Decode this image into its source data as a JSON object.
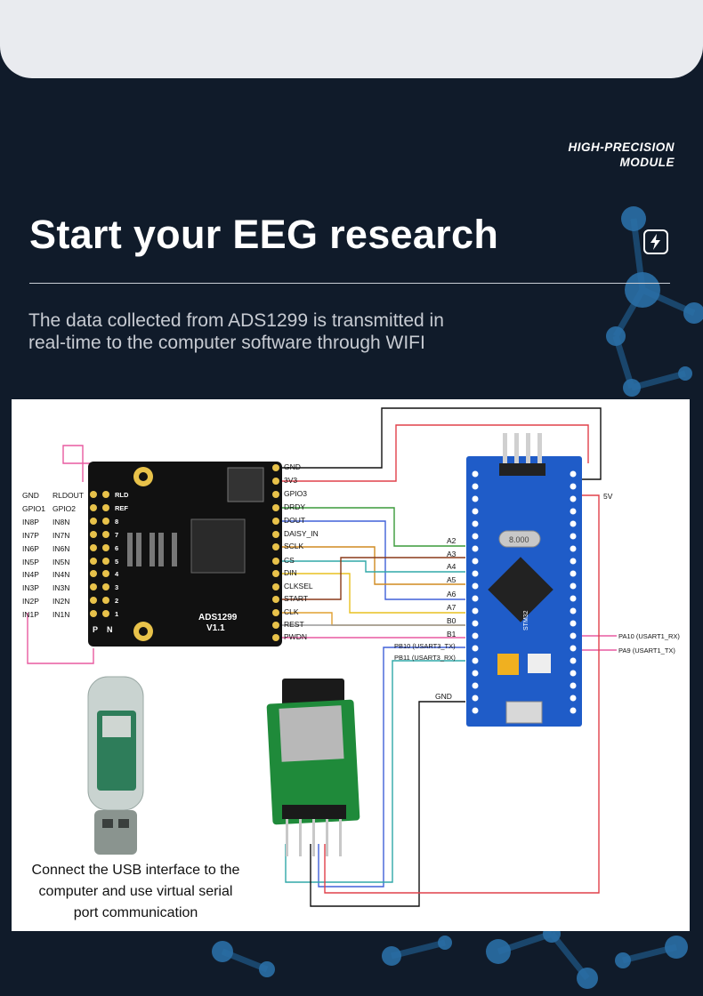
{
  "header": {
    "badge_line1": "HIGH-PRECISION",
    "badge_line2": "MODULE",
    "title": "Start your EEG research",
    "subtitle_line1": "The data collected from ADS1299 is transmitted in",
    "subtitle_line2": "real-time to the computer software through WIFI"
  },
  "colors": {
    "background": "#101b2a",
    "accent_blue": "#2a6fd6",
    "wire_red": "#e0404a",
    "wire_pink": "#e85aa0",
    "wire_green": "#3a9a3a",
    "wire_blue": "#4060d8",
    "wire_orange": "#d08a20",
    "wire_teal": "#30a8a8",
    "wire_yellow": "#e8c020"
  },
  "ads_board": {
    "name": "ADS1299",
    "version": "V1.1",
    "left_labels": [
      "GND",
      "GPIO1",
      "IN8P",
      "IN7P",
      "IN6P",
      "IN5P",
      "IN4P",
      "IN3P",
      "IN2P",
      "IN1P"
    ],
    "mid_labels": [
      "RLDOUT",
      "GPIO2",
      "IN8N",
      "IN7N",
      "IN6N",
      "IN5N",
      "IN4N",
      "IN3N",
      "IN2N",
      "IN1N"
    ],
    "silk_labels": [
      "RLD",
      "REF",
      "8",
      "7",
      "6",
      "5",
      "4",
      "3",
      "2",
      "1"
    ],
    "pn_labels": [
      "P",
      "N"
    ],
    "right_pins": [
      "GND",
      "3V3",
      "GPIO3",
      "DRDY",
      "DOUT",
      "DAISY_IN",
      "SCLK",
      "CS",
      "DIN",
      "CLKSEL",
      "START",
      "CLK",
      "REST",
      "PWDN"
    ]
  },
  "stm32": {
    "pin_labels": [
      "A2",
      "A3",
      "A4",
      "A5",
      "A6",
      "A7",
      "B0",
      "B1"
    ],
    "uart3_labels": [
      "PB10 (USART3_TX)",
      "PB11 (USART3_RX)"
    ],
    "uart1_labels": [
      "PA10 (USART1_RX)",
      "PA9 (USART1_TX)"
    ],
    "power_label": "5V",
    "gnd_label": "GND",
    "crystal": "8.000",
    "chip": "STM32"
  },
  "usb": {
    "caption_line1": "Connect the USB interface to the",
    "caption_line2": "computer and use virtual serial",
    "caption_line3": "port communication"
  }
}
